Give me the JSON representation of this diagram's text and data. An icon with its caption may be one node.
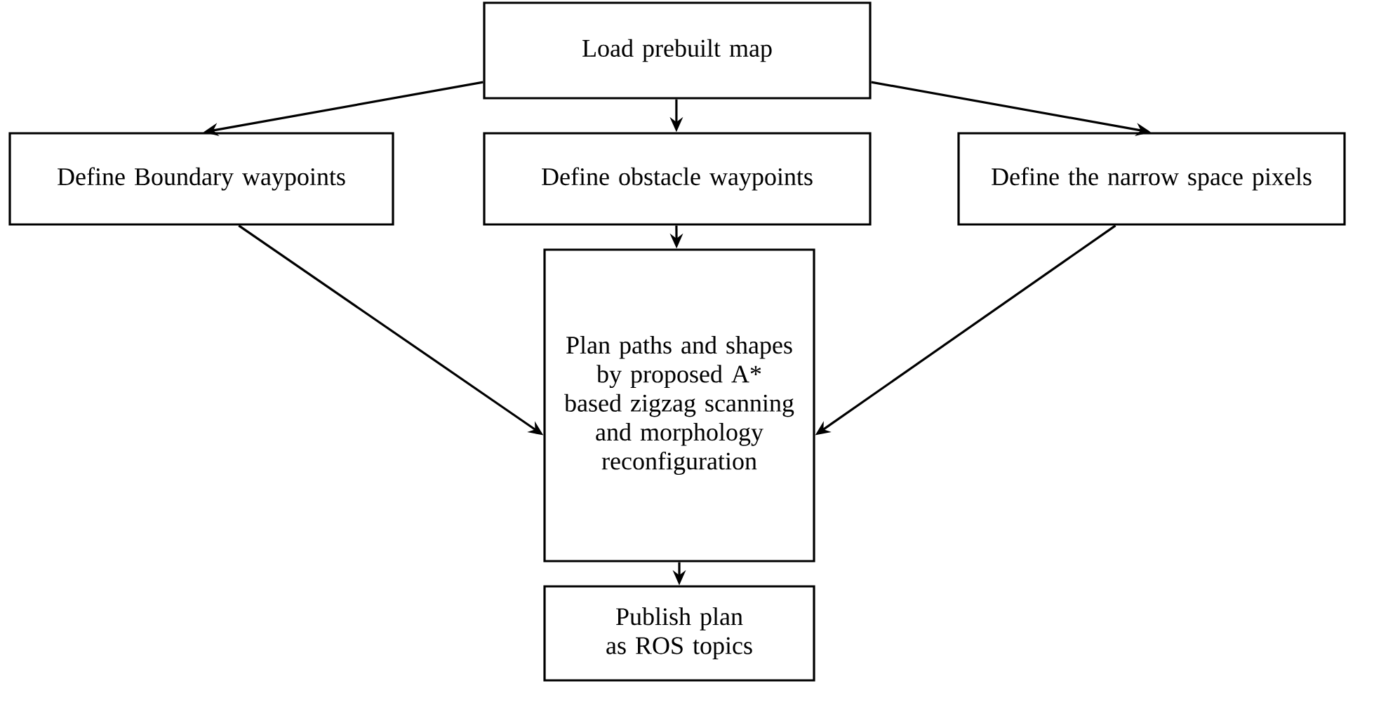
{
  "diagram": {
    "nodes": [
      {
        "text": [
          "Load prebuilt map"
        ]
      },
      {
        "text": [
          "Define Boundary waypoints"
        ]
      },
      {
        "text": [
          "Define obstacle waypoints"
        ]
      },
      {
        "text": [
          "Define the narrow space pixels"
        ]
      },
      {
        "text": [
          "Plan paths and shapes by proposed A* based zigzag scanning and morphology reconfiguration"
        ]
      },
      {
        "text": [
          "Publish plan as ROS topics"
        ]
      }
    ],
    "edges": [
      {
        "from": 0,
        "to": 1,
        "arrow": "to"
      },
      {
        "from": 0,
        "to": 2,
        "arrow": "to"
      },
      {
        "from": 0,
        "to": 3,
        "arrow": "to"
      },
      {
        "from": 1,
        "to": 4,
        "arrow": "to"
      },
      {
        "from": 2,
        "to": 4,
        "arrow": "to"
      },
      {
        "from": 3,
        "to": 4,
        "arrow": "to"
      },
      {
        "from": 4,
        "to": 5,
        "arrow": "to"
      }
    ]
  }
}
